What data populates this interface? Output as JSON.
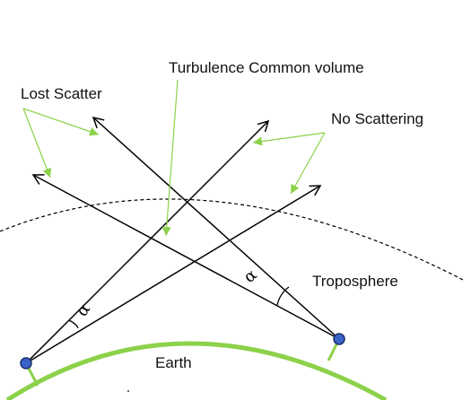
{
  "labels": {
    "turbulence": "Turbulence Common volume",
    "lost_scatter": "Lost Scatter",
    "no_scattering": "No Scattering",
    "troposphere": "Troposphere",
    "earth": "Earth"
  },
  "angle_symbol": "α",
  "colors": {
    "earth_arc": "#8cd14a",
    "callout": "#8cd14a",
    "ray": "#000000",
    "station_fill": "#3a62c9",
    "station_stroke": "#1a2f6b",
    "troposphere_boundary": "#000000"
  }
}
